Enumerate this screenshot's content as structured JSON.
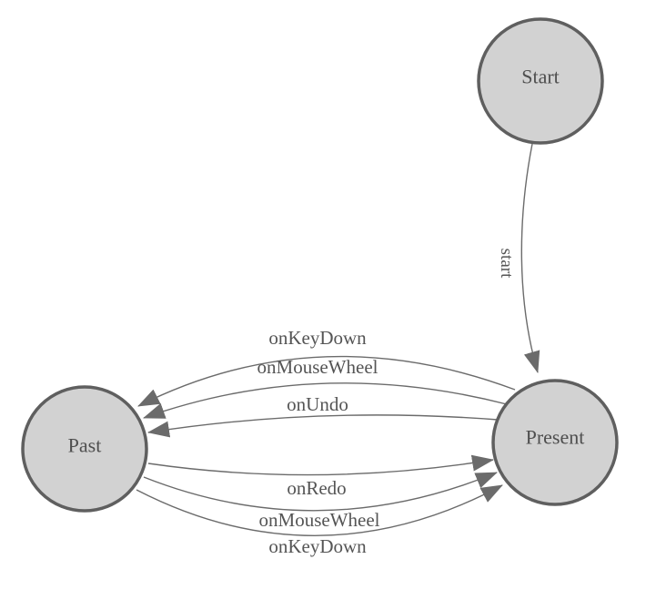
{
  "colors": {
    "node_fill": "#d2d2d2",
    "node_border": "#5f5f5f",
    "edge_line": "#6b6b6b",
    "arrowhead": "#6b6b6b",
    "label_text": "#555555"
  },
  "nodes": [
    {
      "id": "start",
      "label": "Start"
    },
    {
      "id": "present",
      "label": "Present"
    },
    {
      "id": "past",
      "label": "Past"
    }
  ],
  "edges": [
    {
      "from": "Start",
      "to": "Present",
      "label": "start"
    },
    {
      "from": "Present",
      "to": "Past",
      "label": "onKeyDown"
    },
    {
      "from": "Present",
      "to": "Past",
      "label": "onMouseWheel"
    },
    {
      "from": "Present",
      "to": "Past",
      "label": "onUndo"
    },
    {
      "from": "Past",
      "to": "Present",
      "label": "onRedo"
    },
    {
      "from": "Past",
      "to": "Present",
      "label": "onMouseWheel"
    },
    {
      "from": "Past",
      "to": "Present",
      "label": "onKeyDown"
    }
  ]
}
